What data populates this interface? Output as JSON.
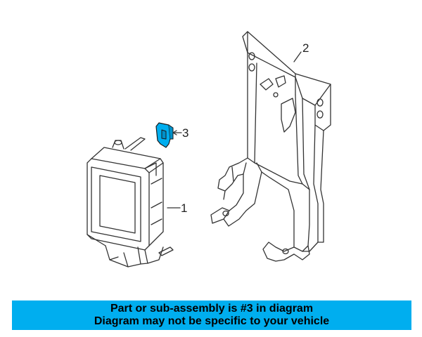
{
  "callouts": {
    "part1": "1",
    "part2": "2",
    "part3": "3"
  },
  "banner": {
    "line1": "Part or sub-assembly is #3 in diagram",
    "line2": "Diagram may not be specific to your vehicle"
  },
  "colors": {
    "banner_bg": "#00aeef",
    "highlight_part": "#00aeef",
    "line_art": "#333333"
  }
}
